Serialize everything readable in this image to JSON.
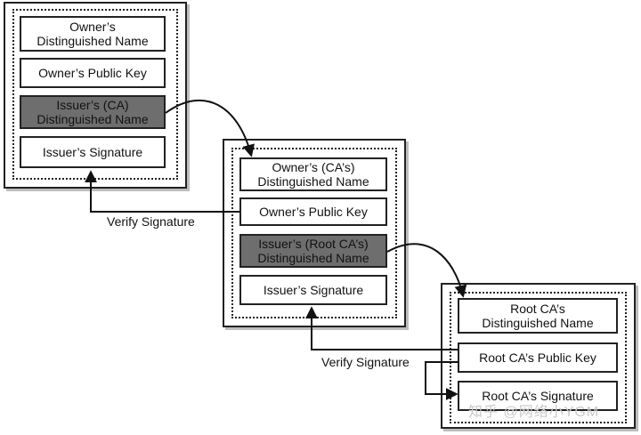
{
  "certificates": [
    {
      "fields": [
        {
          "text": "Owner’s\nDistinguished Name"
        },
        {
          "text": "Owner’s Public Key"
        },
        {
          "text": "Issuer’s (CA)\nDistinguished Name"
        },
        {
          "text": "Issuer’s Signature"
        }
      ]
    },
    {
      "fields": [
        {
          "text": "Owner’s (CA’s)\nDistinguished Name"
        },
        {
          "text": "Owner’s Public Key"
        },
        {
          "text": "Issuer’s (Root CA’s)\nDistinguished Name"
        },
        {
          "text": "Issuer’s Signature"
        }
      ]
    },
    {
      "fields": [
        {
          "text": "Root CA’s\nDistinguished Name"
        },
        {
          "text": "Root CA’s Public Key"
        },
        {
          "text": "Root CA’s Signature"
        }
      ]
    }
  ],
  "labels": {
    "verify_1": "Verify Signature",
    "verify_2": "Verify Signature"
  },
  "watermark": "知乎 @网络小YGM"
}
